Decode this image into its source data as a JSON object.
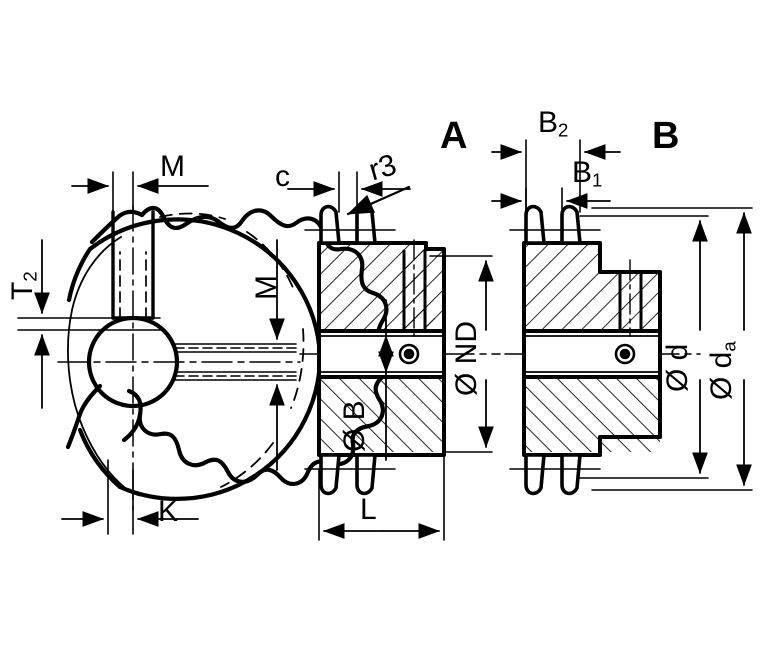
{
  "drawing": {
    "title": "Duplex chain sprocket engineering drawing",
    "type": "technical-mechanical-drawing",
    "views": [
      {
        "id": "front",
        "name": "front-view",
        "label": ""
      },
      {
        "id": "sectionA",
        "name": "section-view-a",
        "label": "A"
      },
      {
        "id": "sectionB",
        "name": "section-view-b",
        "label": "B"
      }
    ]
  },
  "view_labels": {
    "a": "A",
    "b": "B"
  },
  "dimensions": {
    "front": {
      "m_top": "M",
      "m_right": "M",
      "t2": "T",
      "t2_sub": "2",
      "k": "K"
    },
    "section_a": {
      "c": "c",
      "r3": "r3",
      "nd": "Ø ND",
      "b": "Ø B",
      "l": "L"
    },
    "section_b": {
      "b2": "B",
      "b2_sub": "2",
      "b1": "B",
      "b1_sub": "1",
      "d": "Ø d",
      "da": "Ø d",
      "da_sub": "a"
    }
  },
  "style": {
    "line_color": "#000000",
    "background": "#ffffff",
    "outline_width": 4,
    "thin_width": 1.6,
    "hatch_width": 1.6
  }
}
